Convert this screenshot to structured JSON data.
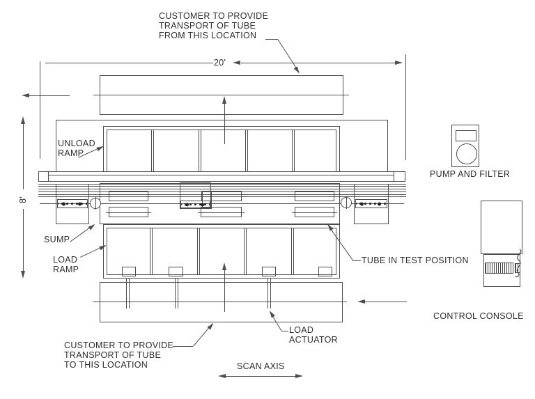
{
  "drawing": {
    "type": "plan-view equipment layout",
    "labels": {
      "top_note": [
        "CUSTOMER TO PROVIDE",
        "TRANSPORT OF TUBE",
        "FROM THIS LOCATION"
      ],
      "bottom_note": [
        "CUSTOMER TO PROVIDE",
        "TRANSPORT OF TUBE",
        "TO THIS LOCATION"
      ],
      "width_dim": "20'",
      "depth_dim": "8'",
      "unload_ramp": [
        "UNLOAD",
        "RAMP"
      ],
      "sump": "SUMP",
      "load_ramp": [
        "LOAD",
        "RAMP"
      ],
      "tube_in_test_position": "TUBE IN TEST POSITION",
      "load_actuator": [
        "LOAD",
        "ACTUATOR"
      ],
      "scan_axis": "SCAN AXIS",
      "pump_and_filter": "PUMP AND FILTER",
      "control_console": "CONTROL CONSOLE"
    },
    "colors": {
      "line": "#4d4d4d",
      "text": "#2e2e2e",
      "background": "#ffffff"
    }
  }
}
